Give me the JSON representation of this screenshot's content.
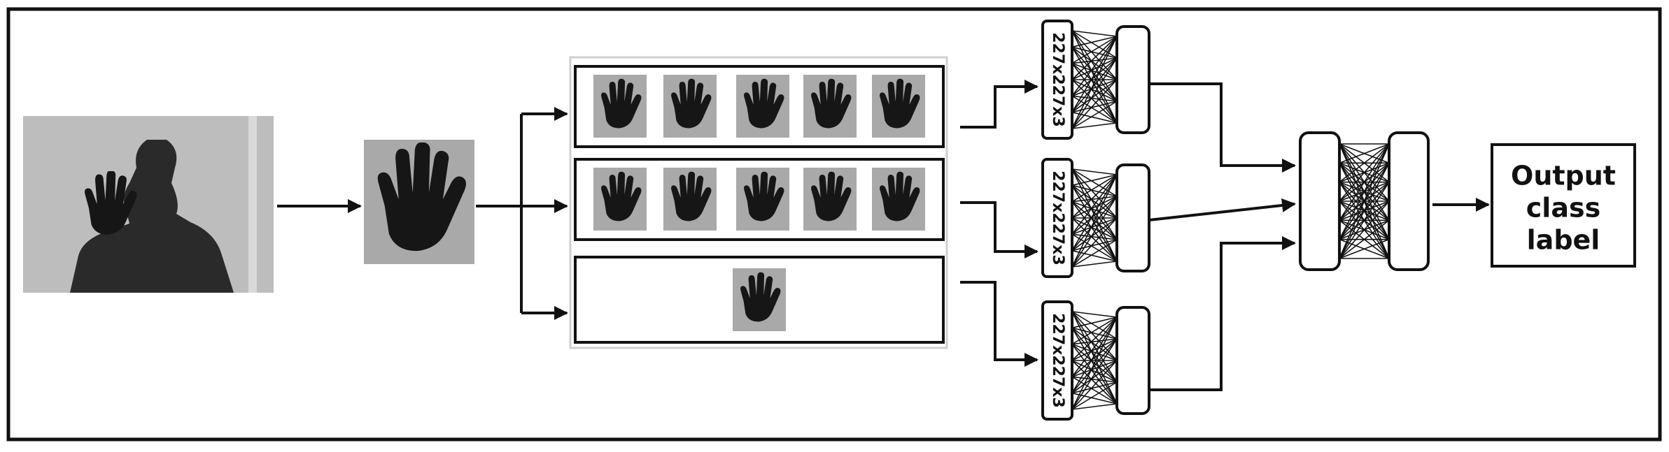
{
  "output_box": {
    "line1": "Output",
    "line2": "class",
    "line3": "label"
  },
  "cnn_input_label": "227x227x3",
  "colors": {
    "stroke": "#111111",
    "scene_bg": "#bdbdbd",
    "silhouette": "#2a2a2a",
    "hand": "#161616",
    "hand_bg": "#a9a9a9"
  },
  "streams": [
    {
      "kind": "frame-sequence",
      "frame_count": 5
    },
    {
      "kind": "frame-sequence",
      "frame_count": 5
    },
    {
      "kind": "single-frame",
      "frame_count": 1
    }
  ]
}
